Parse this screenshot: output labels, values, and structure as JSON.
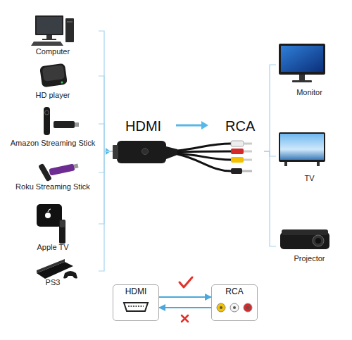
{
  "diagram": {
    "nodes": [
      {
        "text": [
          "Computer"
        ]
      },
      {
        "text": [
          "HD player"
        ]
      },
      {
        "text": [
          "Amazon Streaming Stick"
        ]
      },
      {
        "text": [
          "Roku Streaming Stick"
        ]
      },
      {
        "text": [
          "Apple TV"
        ]
      },
      {
        "text": [
          "PS3"
        ]
      },
      {
        "text": [
          "HDMI",
          "RCA"
        ]
      },
      {
        "text": [
          "Monitor"
        ]
      },
      {
        "text": [
          "TV"
        ]
      },
      {
        "text": [
          "Projector"
        ]
      },
      {
        "text": [
          "HDMI"
        ]
      },
      {
        "text": [
          "RCA"
        ]
      }
    ],
    "edges": [
      {
        "from": 0,
        "to": 6,
        "arrow": "none"
      },
      {
        "from": 1,
        "to": 6,
        "arrow": "none"
      },
      {
        "from": 2,
        "to": 6,
        "arrow": "none"
      },
      {
        "from": 3,
        "to": 6,
        "arrow": "none"
      },
      {
        "from": 4,
        "to": 6,
        "arrow": "none"
      },
      {
        "from": 5,
        "to": 6,
        "arrow": "none"
      },
      {
        "from": 6,
        "to": 7,
        "arrow": "none"
      },
      {
        "from": 6,
        "to": 8,
        "arrow": "none"
      },
      {
        "from": 6,
        "to": 9,
        "arrow": "none"
      },
      {
        "from": 10,
        "to": 11,
        "arrow": "to"
      },
      {
        "from": 11,
        "to": 10,
        "arrow": "to"
      }
    ]
  }
}
